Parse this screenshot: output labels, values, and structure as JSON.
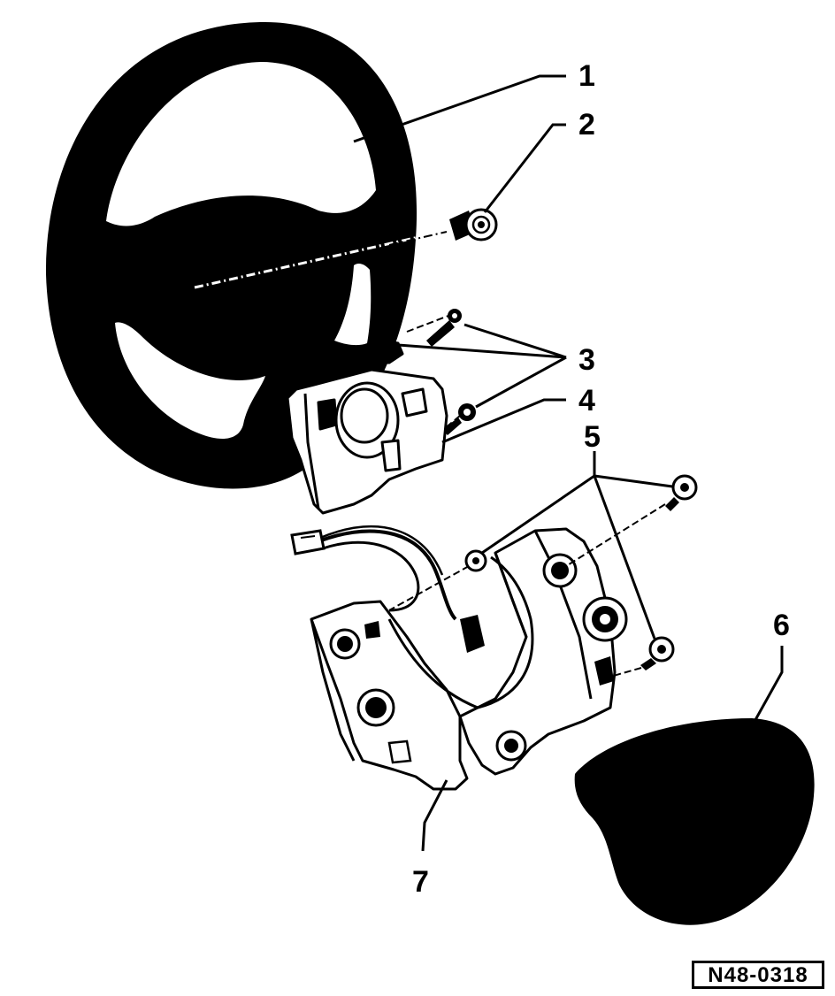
{
  "callouts": [
    {
      "id": "1",
      "label": "1"
    },
    {
      "id": "2",
      "label": "2"
    },
    {
      "id": "3",
      "label": "3"
    },
    {
      "id": "4",
      "label": "4"
    },
    {
      "id": "5",
      "label": "5"
    },
    {
      "id": "6",
      "label": "6"
    },
    {
      "id": "7",
      "label": "7"
    }
  ],
  "figure_id": "N48-0318"
}
